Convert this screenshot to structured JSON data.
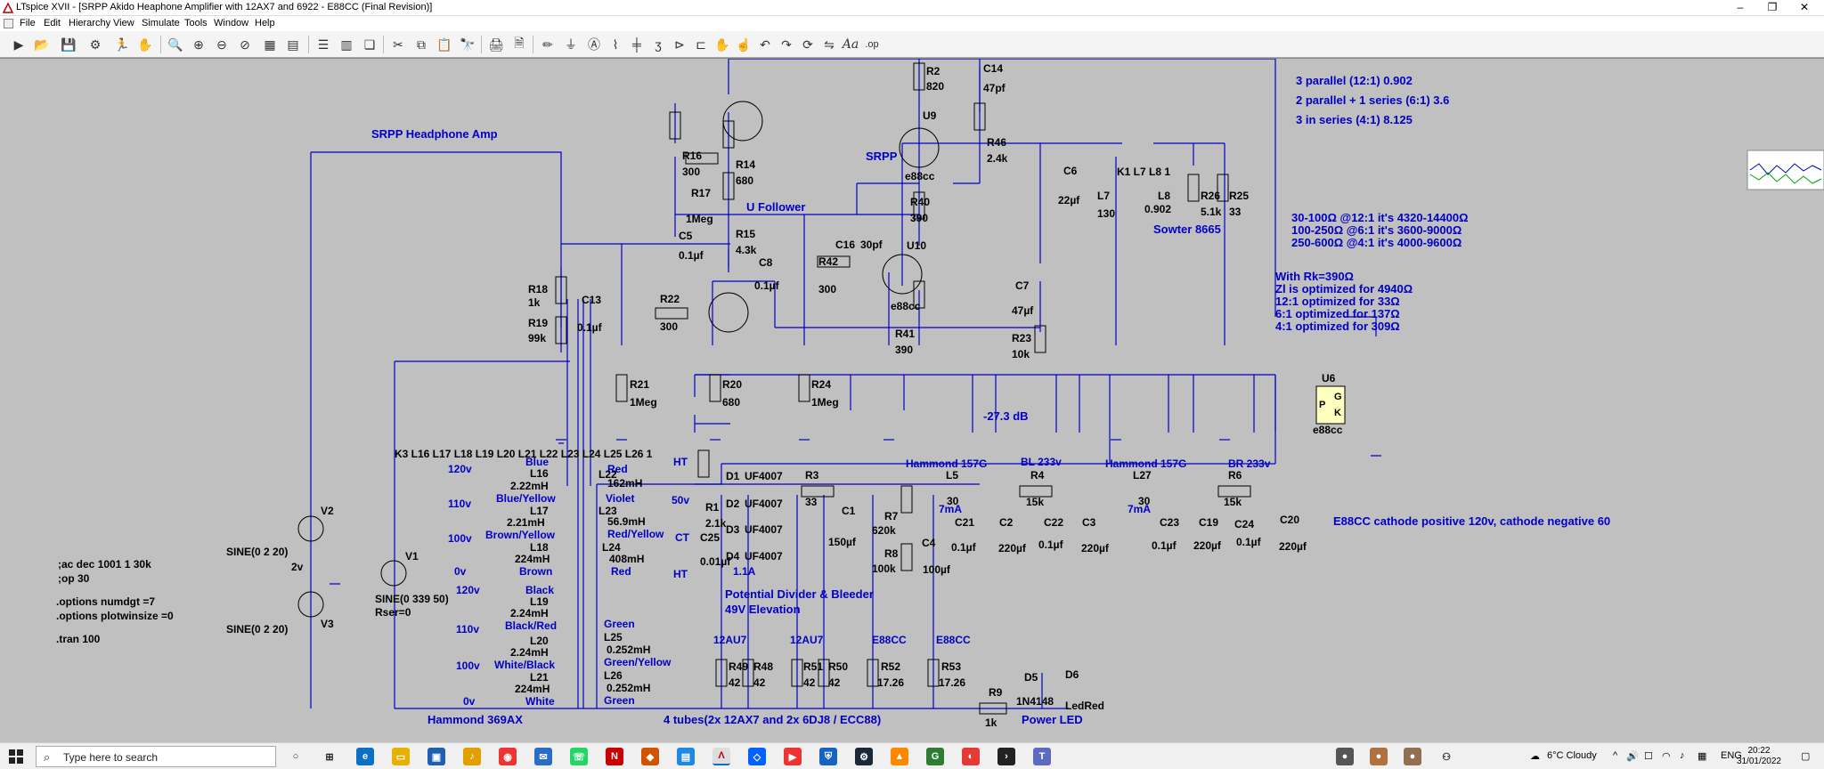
{
  "window": {
    "title": "LTspice XVII - [SRPP Akido Heaphone Amplifier with 12AX7 and 6922 - E88CC (Final Revision)]",
    "minimize": "–",
    "maximize": "❐",
    "close": "✕"
  },
  "menu": {
    "items": [
      "File",
      "Edit",
      "Hierarchy",
      "View",
      "Simulate",
      "Tools",
      "Window",
      "Help"
    ]
  },
  "toolbar": {
    "icons": [
      "run-icon",
      "open-icon",
      "save-icon",
      "control-panel-icon",
      "run-sim-icon",
      "halt-icon",
      "zoom-in-icon",
      "zoom-full-icon",
      "zoom-out-icon",
      "zoom-cancel-icon",
      "autorange-icon",
      "zoom-window-icon",
      "tile-horizontal-icon",
      "tile-vertical-icon",
      "cascade-icon",
      "cut-icon",
      "copy-icon",
      "paste-icon",
      "find-icon",
      "print-icon",
      "print-preview-icon",
      "draw-wire-icon",
      "ground-icon",
      "net-label-icon",
      "resistor-icon",
      "capacitor-icon",
      "inductor-icon",
      "diode-icon",
      "component-icon",
      "move-icon",
      "drag-icon",
      "undo-icon",
      "redo-icon",
      "rotate-icon",
      "mirror-icon",
      "text-icon",
      "spice-directive-icon"
    ]
  },
  "schematic": {
    "heading": "SRPP Headphone Amp",
    "notes": {
      "parallel_1": "3 parallel (12:1) 0.902",
      "parallel_2": "2 parallel + 1 series (6:1) 3.6",
      "parallel_3": "3 in series (4:1) 8.125",
      "ohm_1": "30-100Ω @12:1 it's 4320-14400Ω",
      "ohm_2": "100-250Ω @6:1 it's 3600-9000Ω",
      "ohm_3": "250-600Ω @4:1 it's 4000-9600Ω",
      "rk": "With Rk=390Ω",
      "zl": "Zl is optimized for 4940Ω",
      "opt_1": "12:1 optimized for 33Ω",
      "opt_2": "6:1 optimized for 137Ω",
      "opt_3": "4:1 optimized for 309Ω",
      "cathode": "E88CC cathode positive 120v, cathode negative 60",
      "db": "-27.3 dB",
      "divider": "Potential Divider & Bleeder",
      "elevation": "49V Elevation",
      "tubes": "4 tubes(2x 12AX7 and 2x 6DJ8 / ECC88)",
      "power_led": "Power LED",
      "hammond_369": "Hammond 369AX",
      "u_follower": "U Follower",
      "srpp": "SRPP",
      "sowter": "Sowter 8665"
    },
    "directives": {
      "ac": ";ac dec 1001 1 30k",
      "op": ";op 30",
      "numdgt": ".options numdgt =7",
      "plotwinsize": ".options plotwinsize =0",
      "tran": ".tran 100"
    },
    "parts": {
      "R2": "R2",
      "R2v": "820",
      "C14": "C14",
      "C14v": "47pf",
      "U9": "U9",
      "R46": "R46",
      "R46v": "2.4k",
      "e88cc_u9": "e88cc",
      "R16": "R16",
      "R16v": "300",
      "R14": "R14",
      "R14v": "680",
      "R17": "R17",
      "R17v": "1Meg",
      "C5": "C5",
      "C5v": "0.1µf",
      "R15": "R15",
      "R15v": "4.3k",
      "C8": "C8",
      "C8v": "0.1µf",
      "C16": "C16",
      "C16v": "30pf",
      "R42": "R42",
      "R42v": "300",
      "R40": "R40",
      "R40v": "390",
      "U10": "U10",
      "e88cc_u10": "e88cc",
      "R41": "R41",
      "R41v": "390",
      "C6": "C6",
      "C6v": "22µf",
      "K1": "K1 L7 L8 1",
      "L7": "L7",
      "L7v": "130",
      "L8": "L8",
      "L8v": "0.902",
      "R26": "R26",
      "R26v": "5.1k",
      "R25": "R25",
      "R25v": "33",
      "C7": "C7",
      "C7v": "47µf",
      "R23": "R23",
      "R23v": "10k",
      "R18": "R18",
      "R18v": "1k",
      "R19": "R19",
      "R19v": "99k",
      "C13": "C13",
      "C13v": "0.1µf",
      "R22": "R22",
      "R22v": "300",
      "R21": "R21",
      "R21v": "1Meg",
      "R20": "R20",
      "R20v": "680",
      "R24": "R24",
      "R24v": "1Meg",
      "U6": "U6",
      "U6p": "P",
      "U6g": "G",
      "U6k": "K",
      "e88cc_u6": "e88cc",
      "K3": "K3 L16 L17 L18 L19 L20 L21 L22 L23 L24 L25 L26 1",
      "V2": "V2",
      "V2v": "SINE(0 2 20)",
      "V2_2v": "2v",
      "V3": "V3",
      "V3v": "SINE(0 2 20)",
      "V1": "V1",
      "V1v": "SINE(0 339 50)",
      "V1r": "Rser=0",
      "t120": "120v",
      "t110": "110v",
      "t100": "100v",
      "t0": "0v",
      "t120b": "120v",
      "t110b": "110v",
      "t100b": "100v",
      "t0b": "0v",
      "L16": "L16",
      "L16v": "2.22mH",
      "L16c": "Blue/Yellow",
      "L17": "L17",
      "L17v": "2.21mH",
      "L17c": "Brown/Yellow",
      "L18": "L18",
      "L18v": "224mH",
      "L18c": "Brown",
      "L19": "L19",
      "L19v": "2.24mH",
      "L19c": "Black/Red",
      "L20": "L20",
      "L20v": "2.24mH",
      "L20c": "White/Black",
      "L21": "L21",
      "L21v": "224mH",
      "L21c": "White",
      "blue": "Blue",
      "black": "Black",
      "L22": "L22",
      "L22v": "162mH",
      "red": "Red",
      "violet": "Violet",
      "L23": "L23",
      "L23v": "56.9mH",
      "L23c": "Red/Yellow",
      "L24": "L24",
      "L24v": "408mH",
      "L24c": "Red",
      "ht1": "HT",
      "ht2": "HT",
      "ct": "CT",
      "v50": "50v",
      "green": "Green",
      "L25": "L25",
      "L25v": "0.252mH",
      "L25c": "Green/Yellow",
      "L26": "L26",
      "L26v": "0.252mH",
      "L26c": "Green",
      "D1": "D1",
      "D1v": "UF4007",
      "D2": "D2",
      "D2v": "UF4007",
      "D3": "D3",
      "D3v": "UF4007",
      "D4": "D4",
      "D4v": "UF4007",
      "R1": "R1",
      "R1v": "2.1k",
      "C25": "C25",
      "C25v": "0.01µf",
      "amp": "1.1A",
      "R3": "R3",
      "R3v": "33",
      "C1": "C1",
      "C1v": "150µf",
      "R7": "R7",
      "R7v": "620k",
      "R8": "R8",
      "R8v": "100k",
      "C4": "C4",
      "C4v": "100µf",
      "ham157a": "Hammond 157G",
      "L5": "L5",
      "L5v": "30",
      "L5a": "7mA",
      "bl233": "BL 233v",
      "R4": "R4",
      "R4v": "15k",
      "C21": "C21",
      "C21v": "0.1µf",
      "C2": "C2",
      "C2v": "220µf",
      "C22": "C22",
      "C22v": "0.1µf",
      "C3": "C3",
      "C3v": "220µf",
      "ham157b": "Hammond 157G",
      "L27": "L27",
      "L27v": "30",
      "L27a": "7mA",
      "br233": "BR 233v",
      "R6": "R6",
      "R6v": "15k",
      "C23": "C23",
      "C23v": "0.1µf",
      "C19": "C19",
      "C19v": "220µf",
      "C24": "C24",
      "C24v": "0.1µf",
      "C20": "C20",
      "C20v": "220µf",
      "ax7a": "12AU7",
      "ax7b": "12AU7",
      "e88a": "E88CC",
      "e88b": "E88CC",
      "R49": "R49",
      "R49v": "42",
      "R48": "R48",
      "R48v": "42",
      "R51": "R51",
      "R51v": "42",
      "R50": "R50",
      "R50v": "42",
      "R52": "R52",
      "R52v": "17.26",
      "R53": "R53",
      "R53v": "17.26",
      "R9": "R9",
      "R9v": "1k",
      "D5": "D5",
      "D5v": "1N4148",
      "D6": "D6",
      "D6v": "LedRed"
    }
  },
  "taskbar": {
    "search_placeholder": "Type here to search",
    "weather": "6°C  Cloudy",
    "lang": "ENG",
    "time": "20:22",
    "date": "31/01/2022"
  }
}
